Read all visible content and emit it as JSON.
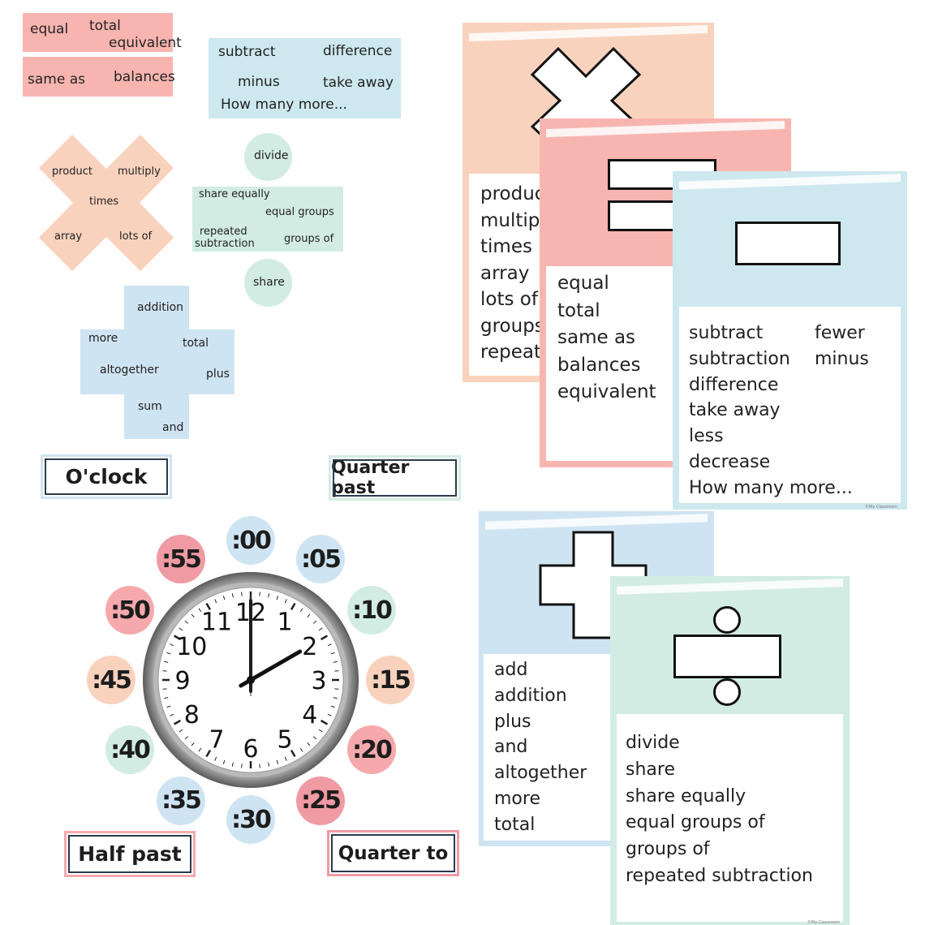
{
  "cards": {
    "equal_card": {
      "w1": "equal",
      "w2": "total",
      "w3": "equivalent"
    },
    "same_card": {
      "w1": "same as",
      "w2": "balances"
    },
    "subtract_card": {
      "w1": "subtract",
      "w2": "difference",
      "w3": "minus",
      "w4": "take away",
      "w5": "How many more..."
    },
    "multiply_shape": {
      "w1": "product",
      "w2": "multiply",
      "w3": "times",
      "w4": "array",
      "w5": "lots of"
    },
    "divide_shape": {
      "top": "divide",
      "w1": "share equally",
      "w2": "equal groups",
      "w3": "repeated",
      "w4": "subtraction",
      "w5": "groups of",
      "bottom": "share"
    },
    "add_shape": {
      "w1": "addition",
      "w2": "more",
      "w3": "total",
      "w4": "altogether",
      "w5": "plus",
      "w6": "sum",
      "w7": "and"
    }
  },
  "time_labels": {
    "oclock": "O'clock",
    "quarter_past": "Quarter past",
    "half_past": "Half past",
    "quarter_to": "Quarter to"
  },
  "minutes": [
    ":00",
    ":05",
    ":10",
    ":15",
    ":20",
    ":25",
    ":30",
    ":35",
    ":40",
    ":45",
    ":50",
    ":55"
  ],
  "minute_colors": [
    "#cfe4f2",
    "#cfe4f2",
    "#d2ece3",
    "#f9d2bd",
    "#f6a9ad",
    "#f09aa3",
    "#cfe4f2",
    "#cfe4f2",
    "#d2ece3",
    "#f9d2bd",
    "#f6a9ad",
    "#f09aa3"
  ],
  "clock_numbers": [
    "12",
    "1",
    "2",
    "3",
    "4",
    "5",
    "6",
    "7",
    "8",
    "9",
    "10",
    "11"
  ],
  "clock_time": {
    "hour": 2,
    "minute": 0
  },
  "posters": {
    "multiply": {
      "words": [
        "product",
        "multiply",
        "times",
        "array",
        "lots of",
        "groups",
        "repeat"
      ]
    },
    "equal": {
      "words": [
        "equal",
        "total",
        "same as",
        "balances",
        "equivalent"
      ]
    },
    "subtract": {
      "col1": [
        "subtract",
        "subtraction",
        "difference",
        "take away",
        "less",
        "decrease",
        "How many more..."
      ],
      "col2": [
        "fewer",
        "minus"
      ],
      "credit": "©My Classroom"
    },
    "add": {
      "words": [
        "add",
        "addition",
        "plus",
        "and",
        "altogether",
        "more",
        "total"
      ]
    },
    "divide": {
      "words": [
        "divide",
        "share",
        "share equally",
        "equal groups of",
        "groups of",
        "repeated subtraction"
      ],
      "credit": "©My Classroom"
    }
  },
  "colors": {
    "peach": "#f9d2bd",
    "pink": "#f8b5b0",
    "blue": "#cfe4f2",
    "mint": "#d2ece3",
    "lightblue": "#cde8ee"
  }
}
